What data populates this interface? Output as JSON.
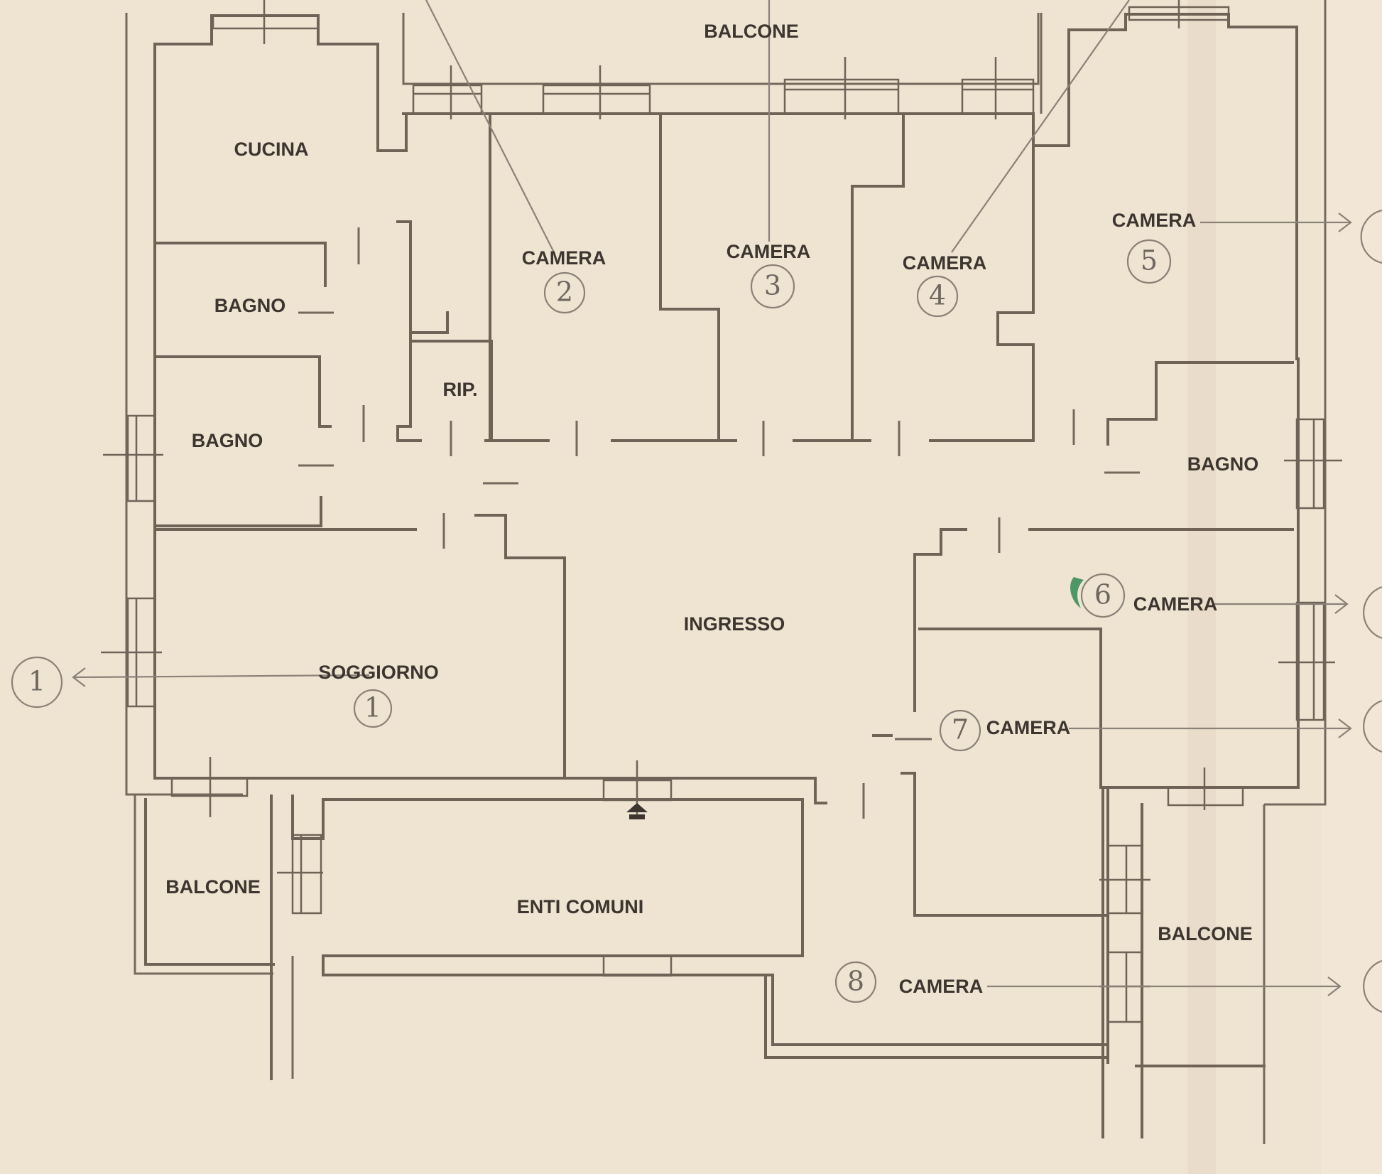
{
  "rooms": {
    "balcone_top": "BALCONE",
    "cucina": "CUCINA",
    "bagno_1": "BAGNO",
    "bagno_2": "BAGNO",
    "bagno_3": "BAGNO",
    "rip": "RIP.",
    "camera_2": "CAMERA",
    "camera_3": "CAMERA",
    "camera_4": "CAMERA",
    "camera_5": "CAMERA",
    "camera_6": "CAMERA",
    "camera_7": "CAMERA",
    "camera_8": "CAMERA",
    "ingresso": "INGRESSO",
    "soggiorno": "SOGGIORNO",
    "balcone_left": "BALCONE",
    "enti_comuni": "ENTI COMUNI",
    "balcone_right": "BALCONE"
  },
  "markers": {
    "soggiorno": "1",
    "soggiorno_edge": "1",
    "camera_2": "2",
    "camera_3": "3",
    "camera_4": "4",
    "camera_5": "5",
    "camera_6": "6",
    "camera_7": "7",
    "camera_8": "8"
  },
  "colors": {
    "paper": "#efe4d2",
    "walls": "#6f6358",
    "pen_annotations": "#8a8178",
    "green_mark": "#2f8a52"
  }
}
